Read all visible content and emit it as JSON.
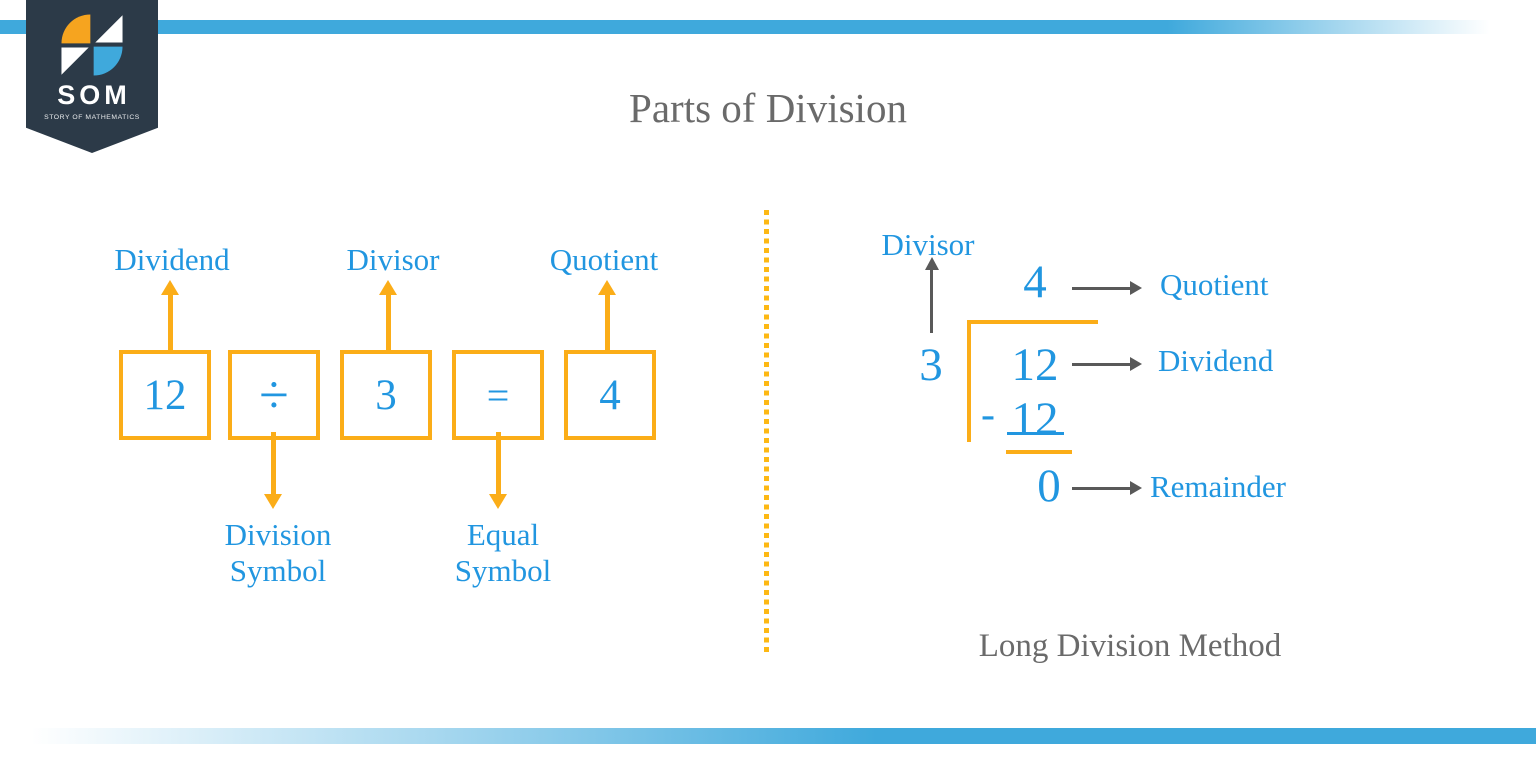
{
  "page": {
    "title": "Parts of Division"
  },
  "logo": {
    "brand": "SOM",
    "tagline": "STORY OF MATHEMATICS"
  },
  "colors": {
    "accent_blue": "#3FA9DC",
    "text_blue": "#2196E0",
    "accent_orange": "#FBAD18",
    "dot_orange": "#FDB813",
    "banner_navy": "#2C3A48",
    "title_gray": "#6A6A6A",
    "arrow_gray": "#595959"
  },
  "equation": {
    "boxes": [
      {
        "value": "12"
      },
      {
        "value": "÷"
      },
      {
        "value": "3"
      },
      {
        "value": "="
      },
      {
        "value": "4"
      }
    ],
    "top_labels": [
      "Dividend",
      "Divisor",
      "Quotient"
    ],
    "bottom_labels": [
      "Division Symbol",
      "Equal Symbol"
    ]
  },
  "long_division": {
    "divisor_label": "Divisor",
    "quotient_label": "Quotient",
    "dividend_label": "Dividend",
    "remainder_label": "Remainder",
    "quotient": "4",
    "divisor": "3",
    "dividend": "12",
    "minus_sign": "-",
    "subtracted": "12",
    "remainder": "0",
    "caption": "Long Division Method"
  }
}
